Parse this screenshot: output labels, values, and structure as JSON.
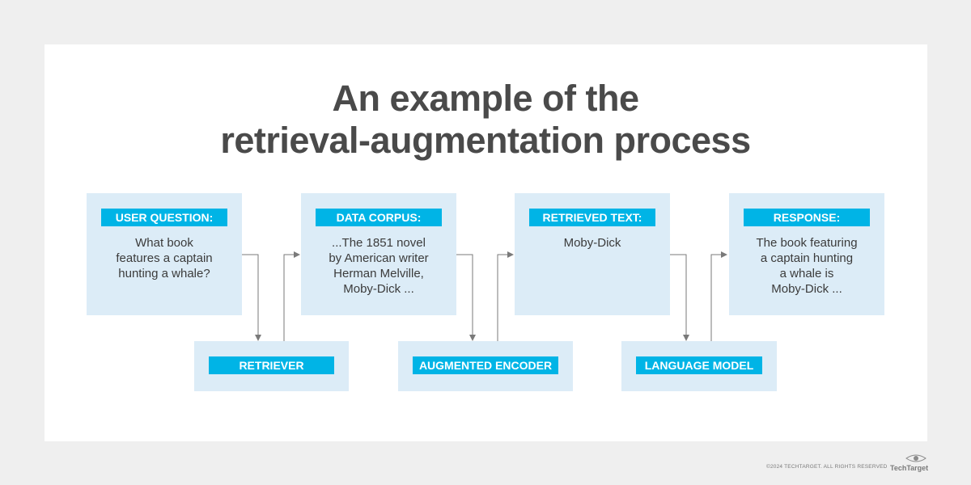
{
  "title": {
    "line1": "An example of the",
    "line2": "retrieval-augmentation process"
  },
  "steps": [
    {
      "label": "USER QUESTION:",
      "lines": [
        "What book",
        "features a captain",
        "hunting a whale?"
      ]
    },
    {
      "label": "DATA CORPUS:",
      "lines": [
        "...The 1851 novel",
        "by American writer",
        "Herman Melville,",
        "Moby-Dick ..."
      ]
    },
    {
      "label": "RETRIEVED TEXT:",
      "lines": [
        "Moby-Dick"
      ]
    },
    {
      "label": "RESPONSE:",
      "lines": [
        "The book featuring",
        "a captain hunting",
        "a whale is",
        "Moby-Dick ..."
      ]
    }
  ],
  "processors": [
    {
      "label": "RETRIEVER"
    },
    {
      "label": "AUGMENTED ENCODER"
    },
    {
      "label": "LANGUAGE MODEL"
    }
  ],
  "footer": {
    "copyright": "©2024 TECHTARGET. ALL RIGHTS RESERVED",
    "brand": "TechTarget",
    "logo_icon": "eye-icon"
  },
  "colors": {
    "accent": "#00b4e6",
    "box_fill": "#dcecf7",
    "title_text": "#4a4a4a",
    "connector": "#7a7a7a"
  }
}
